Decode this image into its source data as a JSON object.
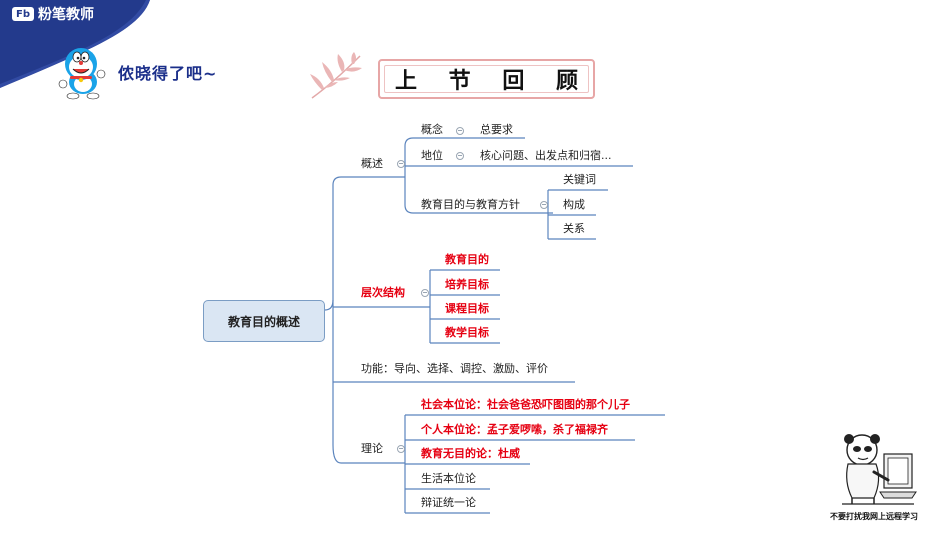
{
  "brand": {
    "logo": "Fb",
    "name": "粉笔教师",
    "band_color": "#233a8c"
  },
  "header": {
    "slogan": "侬晓得了吧~",
    "mascot_icon": "doraemon-icon",
    "leaf_icon": "leaf-branch-icon"
  },
  "title": "上 节 回 顾",
  "mindmap": {
    "root": "教育目的概述",
    "branches": [
      {
        "label": "概述",
        "children": [
          {
            "label": "概念",
            "child": "总要求"
          },
          {
            "label": "地位",
            "child": "核心问题、出发点和归宿..."
          },
          {
            "label": "教育目的与教育方针",
            "children": [
              "关键词",
              "构成",
              "关系"
            ]
          }
        ]
      },
      {
        "label": "层次结构",
        "children": [
          "教育目的",
          "培养目标",
          "课程目标",
          "教学目标"
        ]
      },
      {
        "label": "功能：导向、选择、调控、激励、评价"
      },
      {
        "label": "理论",
        "children": [
          "社会本位论：社会爸爸恐吓图图的那个儿子",
          "个人本位论：孟子爱啰嗦，杀了福禄齐",
          "教育无目的论：杜威",
          "生活本位论",
          "辩证统一论"
        ]
      }
    ]
  },
  "corner": {
    "icon": "panda-at-computer-icon",
    "caption": "不要打扰我网上远程学习"
  }
}
